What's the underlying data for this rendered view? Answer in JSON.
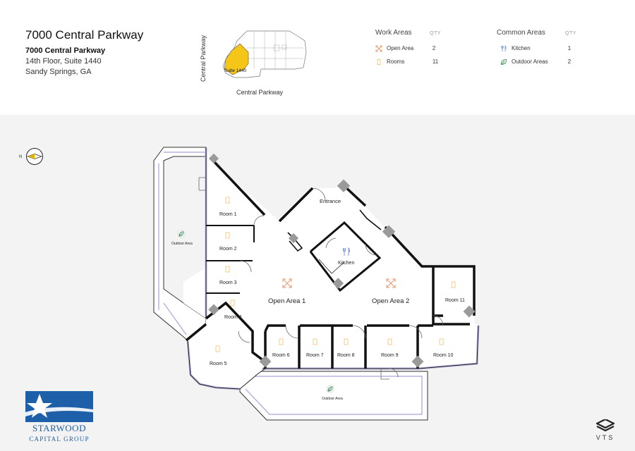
{
  "header": {
    "title": "7000 Central Parkway",
    "address_line1": "7000 Central Parkway",
    "address_line2": "14th Floor, Suite 1440",
    "address_line3": "Sandy Springs, GA"
  },
  "key_plan": {
    "street_vertical": "Central Parkway",
    "street_horizontal": "Central Parkway",
    "suite_label": "Suite 1440"
  },
  "legend": {
    "work": {
      "heading": "Work Areas",
      "qty_label": "QTY",
      "items": [
        {
          "label": "Open Area",
          "qty": "2",
          "icon": "expand-arrows-icon"
        },
        {
          "label": "Rooms",
          "qty": "11",
          "icon": "door-icon"
        }
      ]
    },
    "common": {
      "heading": "Common Areas",
      "qty_label": "QTY",
      "items": [
        {
          "label": "Kitchen",
          "qty": "1",
          "icon": "fork-knife-icon"
        },
        {
          "label": "Outdoor Areas",
          "qty": "2",
          "icon": "leaf-icon"
        }
      ]
    }
  },
  "colors": {
    "highlight": "#f5c518",
    "wall": "#111111",
    "glazing": "#b9b4e0",
    "room_icon": "#f0c070",
    "open_icon": "#f0956b",
    "kitchen_icon": "#6a8fd0",
    "outdoor_icon": "#3f8f5f",
    "brand_blue": "#1d5fa8"
  },
  "compass_label": "N",
  "plan_labels": {
    "room_1": "Room 1",
    "room_2": "Room 2",
    "room_3": "Room 3",
    "room_4": "Room 4",
    "room_5": "Room 5",
    "room_6": "Room 6",
    "room_7": "Room 7",
    "room_8": "Room 8",
    "room_9": "Room 9",
    "room_10": "Room 10",
    "room_11": "Room 11",
    "open_area_1": "Open Area 1",
    "open_area_2": "Open Area 2",
    "kitchen": "Kitchen",
    "entrance": "Entrance",
    "outdoor_west": "Outdoor Area",
    "outdoor_south": "Outdoor Area"
  },
  "branding": {
    "logo_line1": "STARWOOD",
    "logo_line2": "CAPITAL GROUP",
    "vts_label": "VTS"
  }
}
